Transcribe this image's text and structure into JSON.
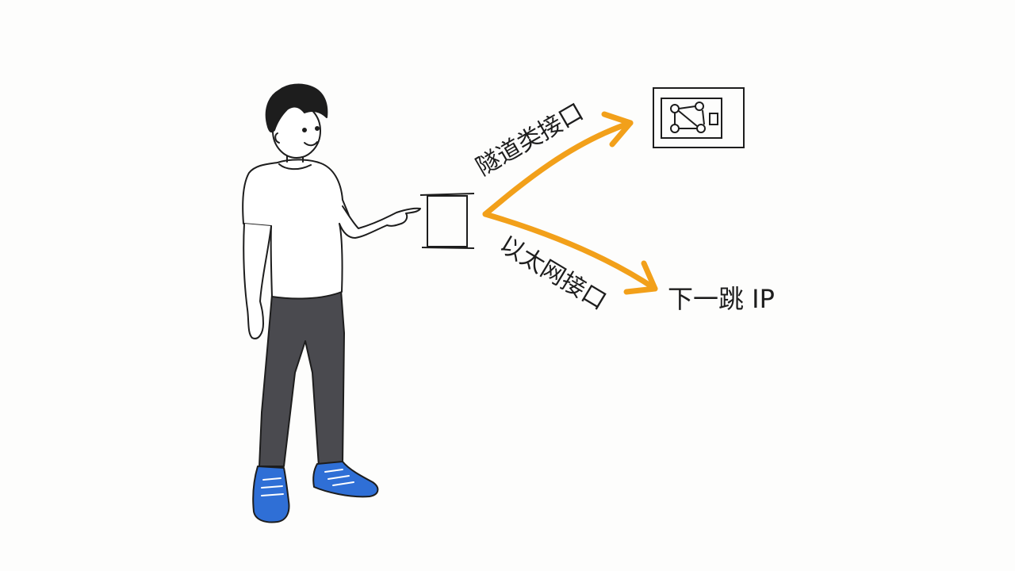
{
  "labels": {
    "tunnel_interface": "隧道类接口",
    "ethernet_interface": "以太网接口",
    "next_hop": "下一跳 IP"
  },
  "colors": {
    "arrow": "#f2a01a",
    "ink": "#1d1d1d",
    "pants": "#4a4a4f",
    "shoes": "#2f6fd6",
    "background": "#fdfdfc"
  },
  "icons": {
    "source": "interface-box",
    "tunnel_target": "network-topology-icon",
    "person": "person-pointing"
  }
}
